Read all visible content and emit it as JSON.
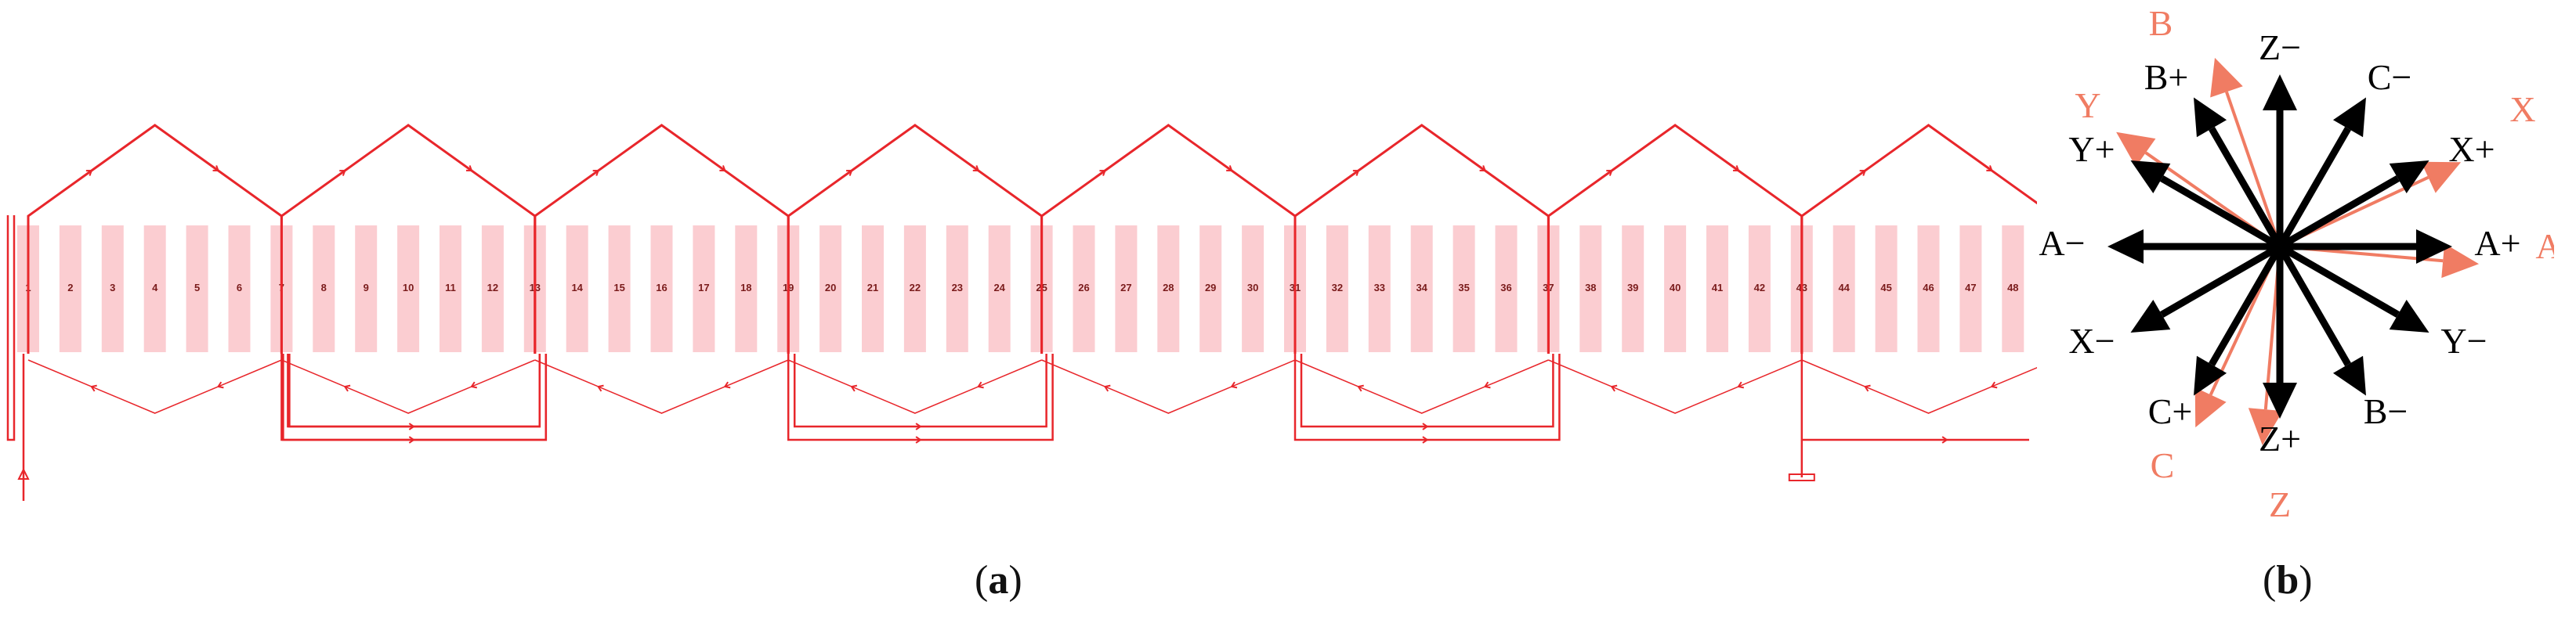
{
  "diagram_a": {
    "caption_label": "a",
    "slot_numbers": [
      "1",
      "2",
      "3",
      "4",
      "5",
      "6",
      "7",
      "8",
      "9",
      "10",
      "11",
      "12",
      "13",
      "14",
      "15",
      "16",
      "17",
      "18",
      "19",
      "20",
      "21",
      "22",
      "23",
      "24",
      "25",
      "26",
      "27",
      "28",
      "29",
      "30",
      "31",
      "32",
      "33",
      "34",
      "35",
      "36",
      "37",
      "38",
      "39",
      "40",
      "41",
      "42",
      "43",
      "44",
      "45",
      "46",
      "47",
      "48"
    ],
    "colors": {
      "slot": "#fbcdd1",
      "wire": "#e8262b",
      "slot_text": "#7a1b1b"
    }
  },
  "diagram_b": {
    "caption_label": "b",
    "black_labels": [
      "Z−",
      "C−",
      "X+",
      "A+",
      "Y−",
      "B−",
      "Z+",
      "C+",
      "X−",
      "A−",
      "Y+",
      "B+"
    ],
    "red_labels": [
      "A",
      "B",
      "C",
      "X",
      "Y",
      "Z"
    ],
    "colors": {
      "black": "#000000",
      "red": "#f07c63"
    }
  }
}
